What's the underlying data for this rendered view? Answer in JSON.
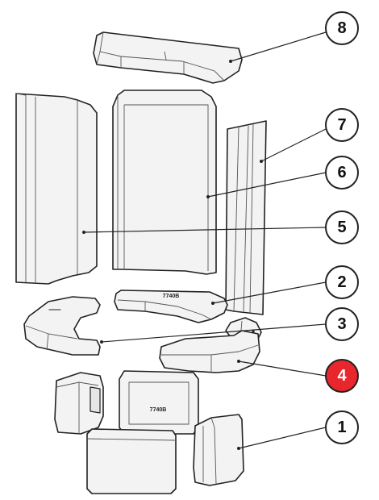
{
  "callouts": [
    {
      "label": "8",
      "highlighted": false
    },
    {
      "label": "7",
      "highlighted": false
    },
    {
      "label": "6",
      "highlighted": false
    },
    {
      "label": "5",
      "highlighted": false
    },
    {
      "label": "2",
      "highlighted": false
    },
    {
      "label": "3",
      "highlighted": false
    },
    {
      "label": "4",
      "highlighted": true
    },
    {
      "label": "1",
      "highlighted": false
    }
  ],
  "stamp_text": "7740B",
  "colors": {
    "highlight": "#e8262b",
    "callout_fill": "#ffffff",
    "callout_text": "#111111",
    "highlight_text": "#ffffff",
    "line": "#222222",
    "part_fill": "#f3f3f3"
  }
}
